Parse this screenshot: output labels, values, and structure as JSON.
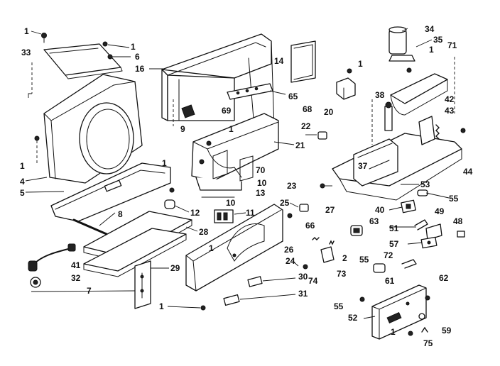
{
  "diagram": {
    "title": "",
    "line_color": "#111111",
    "background": "#ffffff",
    "callouts": [
      "1",
      "33",
      "6",
      "16",
      "14",
      "34",
      "35",
      "71",
      "9",
      "69",
      "65",
      "68",
      "20",
      "38",
      "42",
      "43",
      "22",
      "21",
      "4",
      "5",
      "70",
      "10",
      "13",
      "37",
      "23",
      "44",
      "53",
      "55",
      "12",
      "11",
      "27",
      "25",
      "40",
      "8",
      "28",
      "66",
      "63",
      "49",
      "48",
      "51",
      "26",
      "57",
      "41",
      "2",
      "72",
      "32",
      "29",
      "30",
      "61",
      "74",
      "73",
      "24",
      "62",
      "7",
      "31",
      "52",
      "59",
      "75"
    ]
  }
}
